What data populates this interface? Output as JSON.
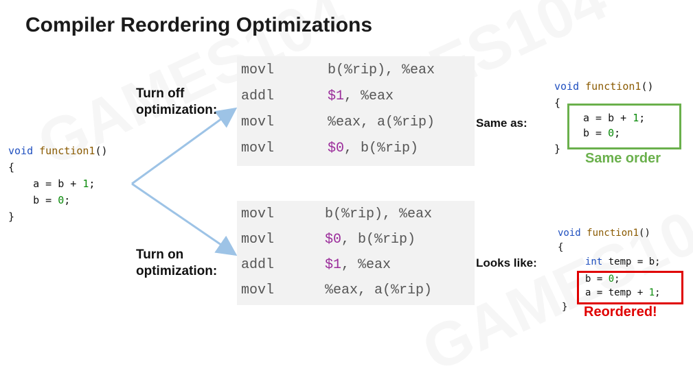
{
  "title": "Compiler Reordering Optimizations",
  "watermark": "GAMES104",
  "source_code": {
    "signature": [
      "void",
      " function1",
      "()"
    ],
    "open": "{",
    "line1": [
      "    a = b + ",
      "1",
      ";"
    ],
    "line2": [
      "    b = ",
      "0",
      ";"
    ],
    "close": "}"
  },
  "labels": {
    "off_line1": "Turn off",
    "off_line2": "optimization:",
    "on_line1": "Turn on",
    "on_line2": "optimization:",
    "same_as": "Same as:",
    "looks_like": "Looks like:"
  },
  "asm_unoptimized": [
    {
      "op": "movl",
      "pre": "b(%rip), %eax",
      "num": "",
      "post": ""
    },
    {
      "op": "addl",
      "pre": "",
      "num": "$1",
      "post": ", %eax"
    },
    {
      "op": "movl",
      "pre": "%eax, a(%rip)",
      "num": "",
      "post": ""
    },
    {
      "op": "movl",
      "pre": "",
      "num": "$0",
      "post": ", b(%rip)"
    }
  ],
  "asm_optimized": [
    {
      "op": "movl",
      "pre": "b(%rip), %eax",
      "num": "",
      "post": ""
    },
    {
      "op": "movl",
      "pre": "",
      "num": "$0",
      "post": ", b(%rip)"
    },
    {
      "op": "addl",
      "pre": "",
      "num": "$1",
      "post": ", %eax"
    },
    {
      "op": "movl",
      "pre": "%eax, a(%rip)",
      "num": "",
      "post": ""
    }
  ],
  "same_code": {
    "signature": [
      "void",
      " function1",
      "()"
    ],
    "open": "{",
    "line1": [
      "a = b + ",
      "1",
      ";"
    ],
    "line2": [
      "b = ",
      "0",
      ";"
    ],
    "close": "}",
    "caption": "Same order"
  },
  "reordered_code": {
    "signature": [
      "void",
      " function1",
      "()"
    ],
    "open": "{",
    "line0": [
      "int",
      " temp = b;"
    ],
    "line1": [
      "b = ",
      "0",
      ";"
    ],
    "line2": [
      "a = temp + ",
      "1",
      ";"
    ],
    "close": "}",
    "caption": "Reordered!"
  },
  "colors": {
    "keyword": "#1f4fbf",
    "function": "#8a5a00",
    "literal": "#0a8a0a",
    "immediate": "#9b2d9b",
    "arrow": "#9dc3e6",
    "same_box": "#6ab04c",
    "reorder_box": "#e00000"
  }
}
